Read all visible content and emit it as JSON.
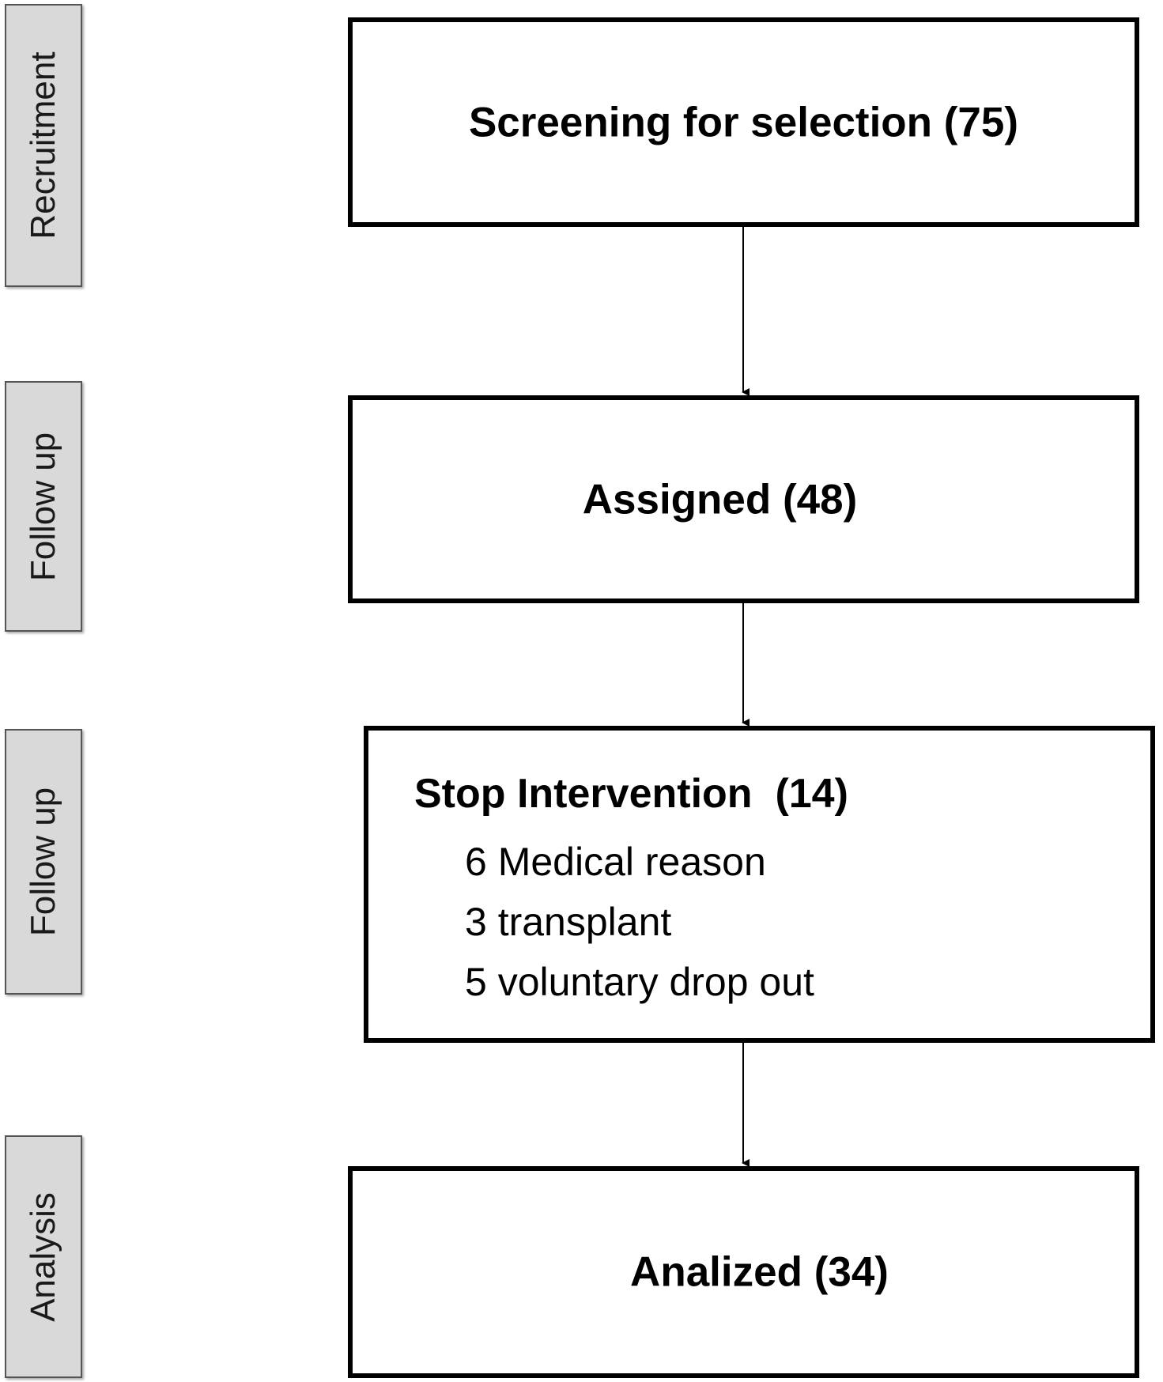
{
  "stages": [
    {
      "label": "Recruitment"
    },
    {
      "label": "Follow up"
    },
    {
      "label": "Follow up"
    },
    {
      "label": "Analysis"
    }
  ],
  "boxes": {
    "screening": {
      "text": "Screening for selection (75)"
    },
    "assigned": {
      "text": "Assigned (48)"
    },
    "stop": {
      "title": "Stop Intervention  (14)",
      "items": [
        "6 Medical reason",
        "3 transplant",
        "5 voluntary drop out"
      ]
    },
    "analized": {
      "text": "Analized (34)"
    }
  },
  "colors": {
    "stage_fill": "#d9d9d9",
    "stage_border": "#555555",
    "box_border": "#000000",
    "arrow": "#000000"
  }
}
